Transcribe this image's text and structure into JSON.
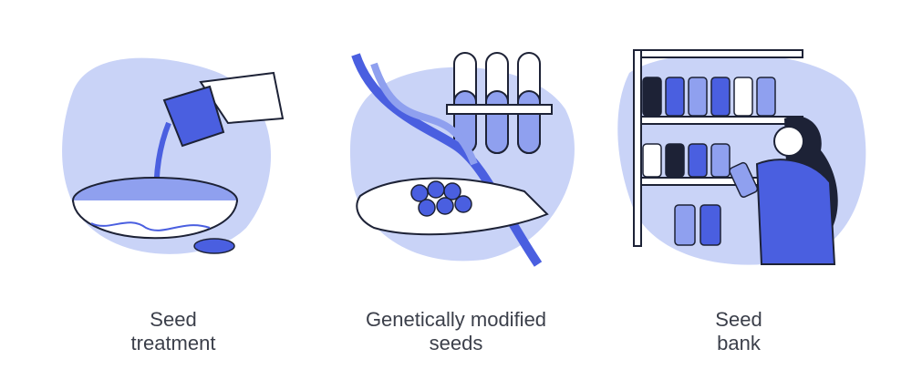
{
  "panels": [
    {
      "caption": [
        "Seed",
        "treatment"
      ],
      "icon": "seed-treatment-illustration"
    },
    {
      "caption": [
        "Genetically modified",
        "seeds"
      ],
      "icon": "gmo-seeds-illustration"
    },
    {
      "caption": [
        "Seed",
        "bank"
      ],
      "icon": "seed-bank-illustration"
    }
  ],
  "stock_id": "520865136",
  "colors": {
    "blob": "#c9d3f7",
    "accent": "#4a5fe0",
    "mid": "#8fa0ef",
    "line": "#1d2236"
  }
}
